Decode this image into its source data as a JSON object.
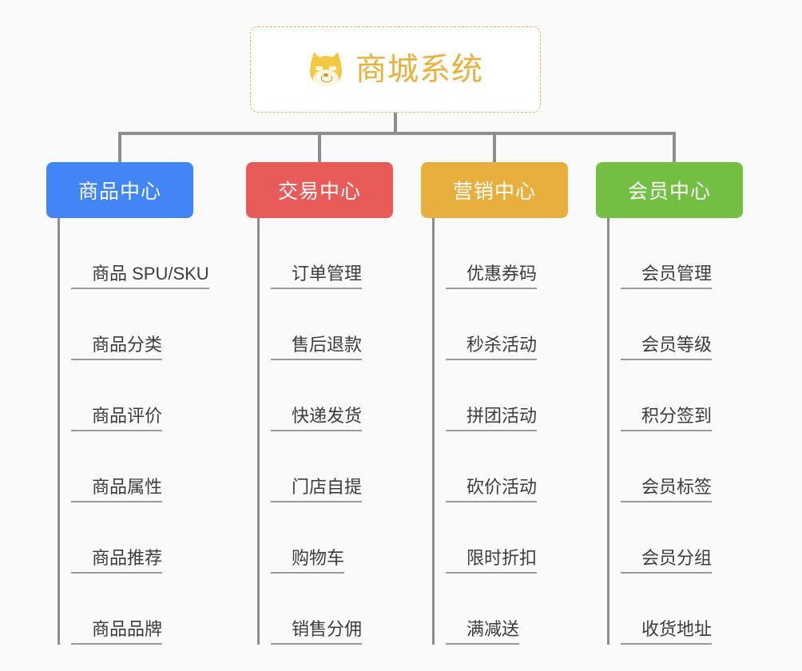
{
  "page": {
    "background_color": "#fafafa",
    "title_text_color": "#e9b13c"
  },
  "root": {
    "icon": "shiba-dog-face-icon",
    "label": "商城系统",
    "border_color": "#e9b84a",
    "background": "#ffffff"
  },
  "categories": [
    {
      "id": "product-center",
      "label": "商品中心",
      "color": "#4285f4",
      "items": [
        "商品 SPU/SKU",
        "商品分类",
        "商品评价",
        "商品属性",
        "商品推荐",
        "商品品牌"
      ]
    },
    {
      "id": "trade-center",
      "label": "交易中心",
      "color": "#e95b58",
      "items": [
        "订单管理",
        "售后退款",
        "快递发货",
        "门店自提",
        "购物车",
        "销售分佣"
      ]
    },
    {
      "id": "marketing-center",
      "label": "营销中心",
      "color": "#e8ae3e",
      "items": [
        "优惠券码",
        "秒杀活动",
        "拼团活动",
        "砍价活动",
        "限时折扣",
        "满减送"
      ]
    },
    {
      "id": "member-center",
      "label": "会员中心",
      "color": "#72bf44",
      "items": [
        "会员管理",
        "会员等级",
        "积分签到",
        "会员标签",
        "会员分组",
        "收货地址"
      ]
    }
  ]
}
